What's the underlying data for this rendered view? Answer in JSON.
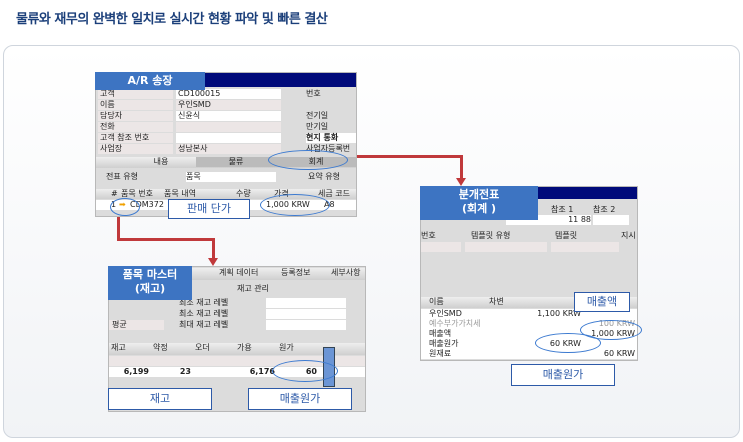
{
  "title": "물류와 재무의 완벽한 일치로 실시간 현황 파악 및 빠른 결산",
  "ar": {
    "label": "A/R 송장",
    "fields": [
      {
        "k": "고객",
        "v": "CD100015",
        "r": "번호"
      },
      {
        "k": "이름",
        "v": "우인SMD",
        "r": ""
      },
      {
        "k": "담당자",
        "v": "신윤식",
        "r": "전기일"
      },
      {
        "k": "전화",
        "v": "",
        "r": "만기일"
      },
      {
        "k": "고객 참조 번호",
        "v": "",
        "r": "현지 통화"
      },
      {
        "k": "사업장",
        "v": "성남본사",
        "r": "사업자등록번"
      }
    ],
    "tabs": [
      "내용",
      "물류",
      "회계"
    ],
    "doc_type_label": "전표 유형",
    "doc_type": "품목",
    "summary_label": "요약 유형",
    "cols": [
      "#",
      "품목 번호",
      "품목 내역",
      "수량",
      "가격",
      "세금 코드"
    ],
    "row": {
      "n": "1",
      "item": "CDM372",
      "price": "1,000 KRW",
      "tax": "A8"
    },
    "callout": "판매 단가"
  },
  "item": {
    "label_line1": "품목 마스터",
    "label_line2": "(재고)",
    "tabs": [
      "계획 데이터",
      "등록정보",
      "세부사항"
    ],
    "mgmt": "재고 관리",
    "levels": [
      "최소 재고 레벨",
      "최소 재고 레벨",
      "최대 재고 레벨"
    ],
    "avg": "평균",
    "cols": [
      "재고",
      "약정",
      "오더",
      "가용",
      "원가"
    ],
    "values": [
      "6,199",
      "23",
      "",
      "6,176",
      "60"
    ],
    "callout_left": "재고",
    "callout_right": "매출원가"
  },
  "je": {
    "label_line1": "분개전표",
    "label_line2": "(회계 )",
    "ref1": "참조 1",
    "ref2": "참조 2",
    "ref1_val": "11 88",
    "fcols": [
      "번호",
      "템플릿 유형",
      "템플릿",
      "지시"
    ],
    "cols": [
      "이름",
      "차변"
    ],
    "rows": [
      {
        "name": "우인SMD",
        "debit": "1,100 KRW",
        "credit": ""
      },
      {
        "name": "예수부가가치세",
        "debit": "",
        "credit": "100 KRW"
      },
      {
        "name": "매출액",
        "debit": "",
        "credit": "1,000 KRW"
      },
      {
        "name": "매출원가",
        "debit": "60 KRW",
        "credit": ""
      },
      {
        "name": "원재료",
        "debit": "",
        "credit": "60 KRW"
      }
    ],
    "callout_top": "매출액",
    "callout_bottom": "매출원가"
  }
}
